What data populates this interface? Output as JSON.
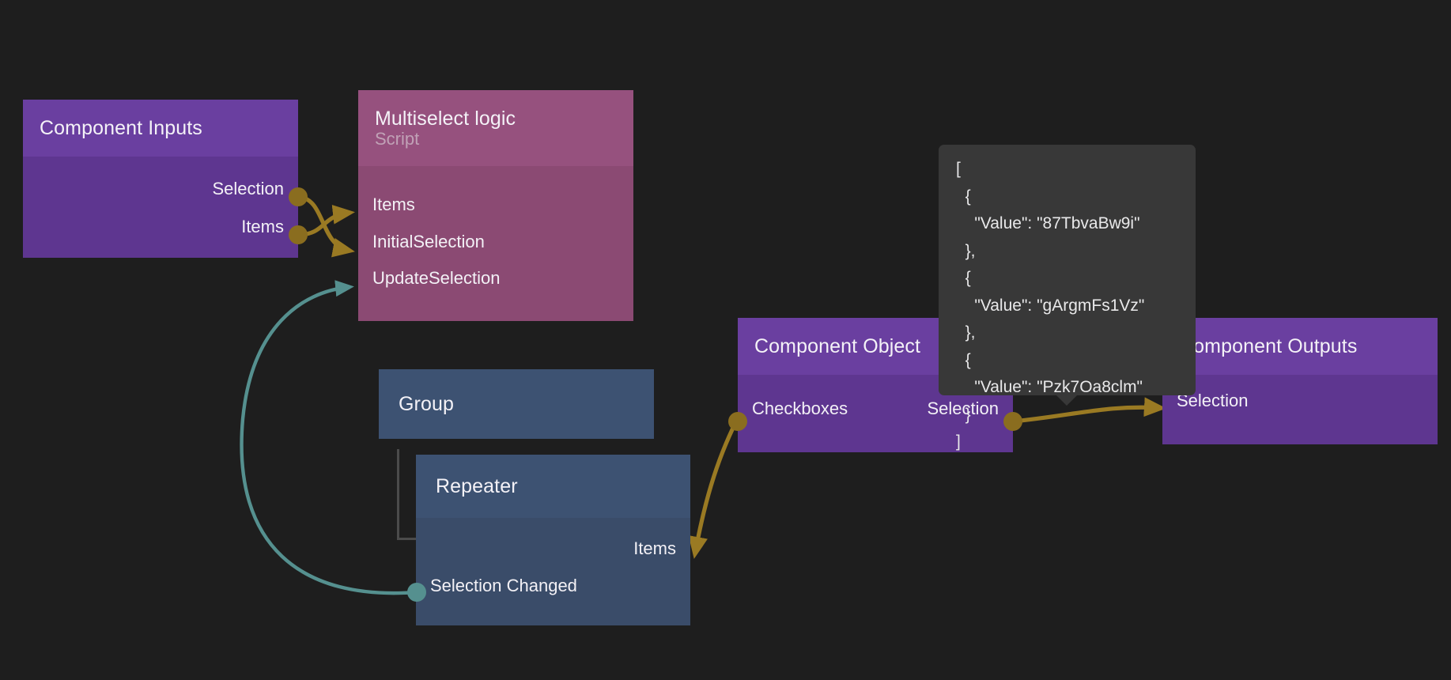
{
  "canvas": {
    "background": "#1e1e1e",
    "description": "Low-code node graph editor canvas"
  },
  "palette": {
    "purple_header": "#6a3fa0",
    "purple_body": "#5e3690",
    "magenta_header": "#96517e",
    "magenta_body": "#8b4a73",
    "blue_header": "#3d5272",
    "blue_body": "#3a4c69",
    "wire_gold": "#9a7a23",
    "wire_teal": "#55908f",
    "tooltip_bg": "#383838",
    "text": "#f3f1f6"
  },
  "nodes": [
    {
      "id": "component-inputs",
      "title": "Component Inputs",
      "subtitle": "",
      "kind": "purple",
      "outputs": [
        "Selection",
        "Items"
      ],
      "inputs": []
    },
    {
      "id": "multiselect-logic",
      "title": "Multiselect logic",
      "subtitle": "Script",
      "kind": "magenta",
      "inputs": [
        "Items",
        "InitialSelection",
        "UpdateSelection"
      ],
      "outputs": []
    },
    {
      "id": "group",
      "title": "Group",
      "subtitle": "",
      "kind": "blue",
      "inputs": [],
      "outputs": []
    },
    {
      "id": "repeater",
      "title": "Repeater",
      "subtitle": "",
      "kind": "blue",
      "inputs": [
        "Items"
      ],
      "outputs": [
        "Selection Changed"
      ]
    },
    {
      "id": "component-object",
      "title": "Component Object",
      "subtitle": "",
      "kind": "purple",
      "inputs": [
        "Checkboxes"
      ],
      "outputs": [
        "Selection"
      ]
    },
    {
      "id": "component-outputs",
      "title": "Component Outputs",
      "subtitle": "",
      "kind": "purple",
      "inputs": [
        "Selection"
      ],
      "outputs": []
    }
  ],
  "labels": {
    "component_inputs_title": "Component Inputs",
    "component_inputs_port_selection": "Selection",
    "component_inputs_port_items": "Items",
    "multiselect_title": "Multiselect logic",
    "multiselect_subtitle": "Script",
    "multiselect_port_items": "Items",
    "multiselect_port_initial_selection": "InitialSelection",
    "multiselect_port_update_selection": "UpdateSelection",
    "group_title": "Group",
    "repeater_title": "Repeater",
    "repeater_port_items": "Items",
    "repeater_port_selection_changed": "Selection Changed",
    "component_object_title": "Component Object",
    "component_object_port_checkboxes": "Checkboxes",
    "component_object_port_selection": "Selection",
    "component_outputs_title": "Component Outputs",
    "component_outputs_port_selection": "Selection"
  },
  "tooltip": {
    "name": "value-preview-tooltip",
    "text": "[\n  {\n    \"Value\": \"87TbvaBw9i\"\n  },\n  {\n    \"Value\": \"gArgmFs1Vz\"\n  },\n  {\n    \"Value\": \"Pzk7Oa8clm\"\n  }\n]",
    "values": [
      "87TbvaBw9i",
      "gArgmFs1Vz",
      "Pzk7Oa8clm"
    ],
    "key": "Value"
  },
  "connections": [
    {
      "from": "component-inputs.Selection",
      "to": "multiselect-logic.InitialSelection",
      "color": "#9a7a23"
    },
    {
      "from": "component-inputs.Items",
      "to": "multiselect-logic.Items",
      "color": "#9a7a23"
    },
    {
      "from": "repeater.Selection Changed",
      "to": "multiselect-logic.UpdateSelection",
      "color": "#55908f"
    },
    {
      "from": "component-object.Checkboxes",
      "to": "repeater.Items",
      "color": "#9a7a23"
    },
    {
      "from": "component-object.Selection",
      "to": "component-outputs.Selection",
      "color": "#9a7a23"
    }
  ]
}
